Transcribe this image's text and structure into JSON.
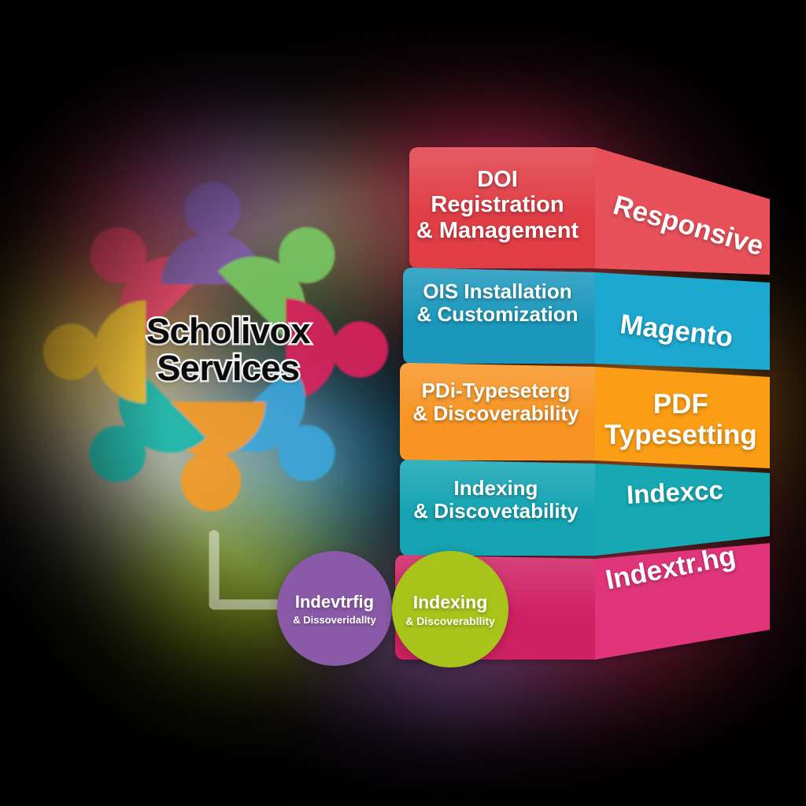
{
  "center": {
    "line1": "Scholivox",
    "line2": "Services"
  },
  "bars": [
    {
      "front": "DOI\nRegistration\n& Management",
      "side": "Responsive",
      "color": "#e03c45",
      "side_color": "#e8515a",
      "name": "doi-registration"
    },
    {
      "front": "OIS Installation\n& Customization",
      "side": "Magento",
      "color": "#1a97bb",
      "side_color": "#1aa8cf",
      "name": "ois-installation"
    },
    {
      "front": "PDi-Typeseterg\n& Discoverability",
      "side": "PDF\nTypesetting",
      "color": "#f79423",
      "side_color": "#fb9e14",
      "name": "pdf-typesetting"
    },
    {
      "front": "Indexing\n& Discovetability",
      "side": "Indexcc",
      "color": "#13a3b2",
      "side_color": "#14a9b4",
      "name": "indexing-discoverability"
    },
    {
      "front": "",
      "side": "Indextr.hg",
      "color": "#cf2063",
      "side_color": "#e0347a",
      "name": "indexing-pink"
    }
  ],
  "circles": [
    {
      "main": "Indevtrfig",
      "sub": "& Dissoveridallty",
      "color": "#8a5aa8",
      "name": "circle-indevtrfig"
    },
    {
      "main": "Indexing",
      "sub": "& Discoverabllity",
      "color": "#a8c41b",
      "name": "circle-indexing"
    }
  ],
  "people": [
    {
      "color": "#e8466a",
      "name": "person-icon-pink-topleft"
    },
    {
      "color": "#7d5ba6",
      "name": "person-icon-purple-top"
    },
    {
      "color": "#79cc64",
      "name": "person-icon-green-topright"
    },
    {
      "color": "#e2205f",
      "name": "person-icon-crimson-right"
    },
    {
      "color": "#3aa7dd",
      "name": "person-icon-blue-bottomright"
    },
    {
      "color": "#f89a21",
      "name": "person-icon-orange-bottom"
    },
    {
      "color": "#16b8ac",
      "name": "person-icon-teal-bottomleft"
    },
    {
      "color": "#fbc730",
      "name": "person-icon-yellow-left"
    }
  ],
  "palette": {
    "red": "#e03c45",
    "blue": "#1a97bb",
    "orange": "#f79423",
    "teal": "#13a3b2",
    "magenta": "#cf2063",
    "purple": "#8a5aa8",
    "lime": "#a8c41b",
    "background": "#000000"
  }
}
